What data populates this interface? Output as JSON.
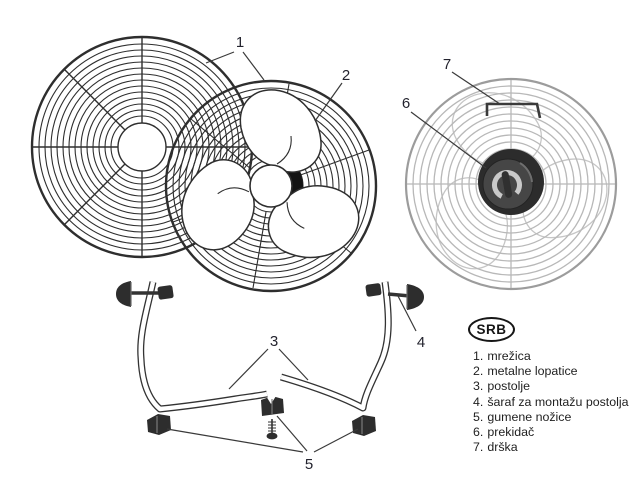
{
  "language_badge": "SRB",
  "callouts": {
    "c1": "1",
    "c2": "2",
    "c3": "3",
    "c4": "4",
    "c5": "5",
    "c6": "6",
    "c7": "7"
  },
  "legend": {
    "items": [
      {
        "num": "1.",
        "name": "mrežica"
      },
      {
        "num": "2.",
        "name": "metalne lopatice"
      },
      {
        "num": "3.",
        "name": "postolje"
      },
      {
        "num": "4.",
        "name": "šaraf za montažu postolja"
      },
      {
        "num": "5.",
        "name": "gumene nožice"
      },
      {
        "num": "6.",
        "name": "prekidač"
      },
      {
        "num": "7.",
        "name": "drška"
      }
    ]
  },
  "colors": {
    "line_art": "#2e2e2e",
    "callout_text": "#23232e",
    "gray_fan": "#b8b8b8",
    "dark_parts": "#2d2d2d",
    "background": "#ffffff"
  }
}
